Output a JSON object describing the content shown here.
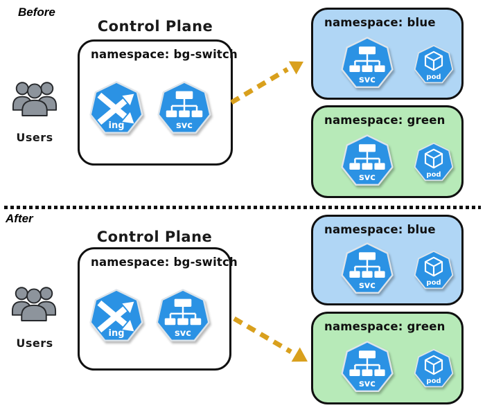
{
  "colors": {
    "namespace_blue_fill": "#b0d6f5",
    "namespace_green_fill": "#b7eab8",
    "k8s_icon_blue": "#2b92e4",
    "arrow_gold": "#d9a01d",
    "outline_black": "#101010",
    "users_gray": "#8d949c"
  },
  "divider_style": "dotted",
  "sections": [
    {
      "label": "Before",
      "users_label": "Users",
      "control_plane": {
        "title": "Control Plane",
        "namespace_label": "namespace: bg-switch",
        "icons": [
          {
            "type": "ingress",
            "label": "ing"
          },
          {
            "type": "service",
            "label": "svc"
          }
        ]
      },
      "arrow": {
        "points_to": "namespace: blue",
        "direction": "up-right"
      },
      "namespaces": [
        {
          "label": "namespace: blue",
          "fill": "#b0d6f5",
          "icons": [
            {
              "type": "service",
              "label": "svc"
            },
            {
              "type": "pod",
              "label": "pod"
            }
          ]
        },
        {
          "label": "namespace: green",
          "fill": "#b7eab8",
          "icons": [
            {
              "type": "service",
              "label": "svc"
            },
            {
              "type": "pod",
              "label": "pod"
            }
          ]
        }
      ]
    },
    {
      "label": "After",
      "users_label": "Users",
      "control_plane": {
        "title": "Control Plane",
        "namespace_label": "namespace: bg-switch",
        "icons": [
          {
            "type": "ingress",
            "label": "ing"
          },
          {
            "type": "service",
            "label": "svc"
          }
        ]
      },
      "arrow": {
        "points_to": "namespace: green",
        "direction": "down-right"
      },
      "namespaces": [
        {
          "label": "namespace: blue",
          "fill": "#b0d6f5",
          "icons": [
            {
              "type": "service",
              "label": "svc"
            },
            {
              "type": "pod",
              "label": "pod"
            }
          ]
        },
        {
          "label": "namespace: green",
          "fill": "#b7eab8",
          "icons": [
            {
              "type": "service",
              "label": "svc"
            },
            {
              "type": "pod",
              "label": "pod"
            }
          ]
        }
      ]
    }
  ]
}
